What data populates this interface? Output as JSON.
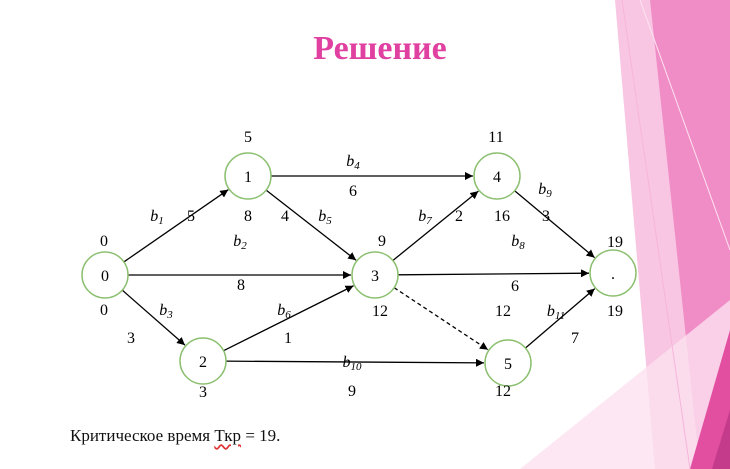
{
  "slide": {
    "title": "Решение",
    "critical_time_text_pre": "Критическое время ",
    "critical_time_symbol": "Ткр",
    "critical_time_text_post": " = 19."
  },
  "colors": {
    "title": "#e040a0",
    "node_stroke": "#8cc070",
    "edge": "#000000",
    "deco_pink": "#f4a6d2",
    "deco_magenta": "#e24fa0",
    "deco_dark": "#c53b8c"
  },
  "graph": {
    "nodes": [
      {
        "id": "n0",
        "label": "0",
        "early_time": "0",
        "late_time": "0"
      },
      {
        "id": "n1",
        "label": "1",
        "early_time": "5",
        "late_time": "8"
      },
      {
        "id": "n2",
        "label": "2",
        "early_time": "3",
        "late_time": "3"
      },
      {
        "id": "n3",
        "label": "3",
        "early_time": "9",
        "late_time": "12"
      },
      {
        "id": "n4",
        "label": "4",
        "early_time": "11",
        "late_time": "16"
      },
      {
        "id": "n5",
        "label": "5",
        "early_time": "12",
        "late_time": "12"
      },
      {
        "id": "n6",
        "label": ".",
        "early_time": "19",
        "late_time": "19"
      }
    ],
    "edges": [
      {
        "id": "e1",
        "from": "n0",
        "to": "n1",
        "name": "b",
        "sub": "1",
        "duration": "5",
        "dashed": false
      },
      {
        "id": "e2",
        "from": "n0",
        "to": "n3",
        "name": "b",
        "sub": "2",
        "duration": "8",
        "dashed": false
      },
      {
        "id": "e3",
        "from": "n0",
        "to": "n2",
        "name": "b",
        "sub": "3",
        "duration": "3",
        "dashed": false
      },
      {
        "id": "e4",
        "from": "n1",
        "to": "n4",
        "name": "b",
        "sub": "4",
        "duration": "6",
        "dashed": false
      },
      {
        "id": "e5",
        "from": "n1",
        "to": "n3",
        "name": "b",
        "sub": "5",
        "duration": "4",
        "dashed": false
      },
      {
        "id": "e6",
        "from": "n2",
        "to": "n3",
        "name": "b",
        "sub": "6",
        "duration": "1",
        "dashed": false
      },
      {
        "id": "e7",
        "from": "n3",
        "to": "n4",
        "name": "b",
        "sub": "7",
        "duration": "2",
        "dashed": false
      },
      {
        "id": "e8",
        "from": "n3",
        "to": "n6",
        "name": "b",
        "sub": "8",
        "duration": "6",
        "dashed": false
      },
      {
        "id": "e9",
        "from": "n4",
        "to": "n6",
        "name": "b",
        "sub": "9",
        "duration": "3",
        "dashed": false
      },
      {
        "id": "e10",
        "from": "n2",
        "to": "n5",
        "name": "b",
        "sub": "10",
        "duration": "9",
        "dashed": false
      },
      {
        "id": "e11",
        "from": "n5",
        "to": "n6",
        "name": "b",
        "sub": "11",
        "duration": "7",
        "dashed": false
      },
      {
        "id": "e12",
        "from": "n3",
        "to": "n5",
        "name": "",
        "sub": "",
        "duration": "",
        "dashed": true
      }
    ]
  }
}
